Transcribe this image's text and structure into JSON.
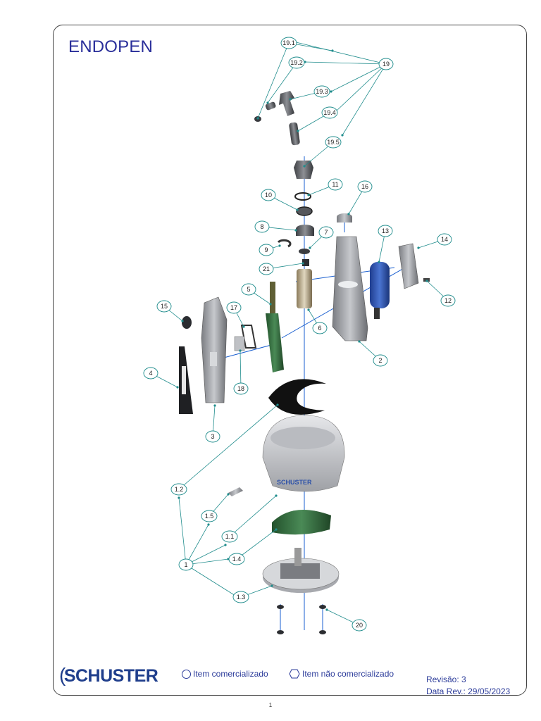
{
  "header": {
    "title": "ENDOPEN"
  },
  "callouts": [
    "19.1",
    "19.2",
    "19",
    "19.3",
    "19.4",
    "19.5",
    "11",
    "16",
    "10",
    "8",
    "7",
    "13",
    "14",
    "9",
    "21",
    "12",
    "15",
    "17",
    "5",
    "6",
    "4",
    "18",
    "2",
    "3",
    "1.2",
    "1.5",
    "1.1",
    "1",
    "1.4",
    "1.3",
    "20"
  ],
  "footer": {
    "logo": "SCHUSTER",
    "legend_commercial": "Item comercializado",
    "legend_noncommercial": "Item não comercializado",
    "revision": "Revisão: 3",
    "revision_date": "Data Rev.: 29/05/2023",
    "page_number": "1"
  },
  "colors": {
    "title": "#2a2f9a",
    "callout": "#1f8c8c",
    "axis": "#1a5fd0",
    "logo": "#1f3e8c",
    "battery": "#2a4fa8",
    "pcb": "#2e6b3a"
  }
}
